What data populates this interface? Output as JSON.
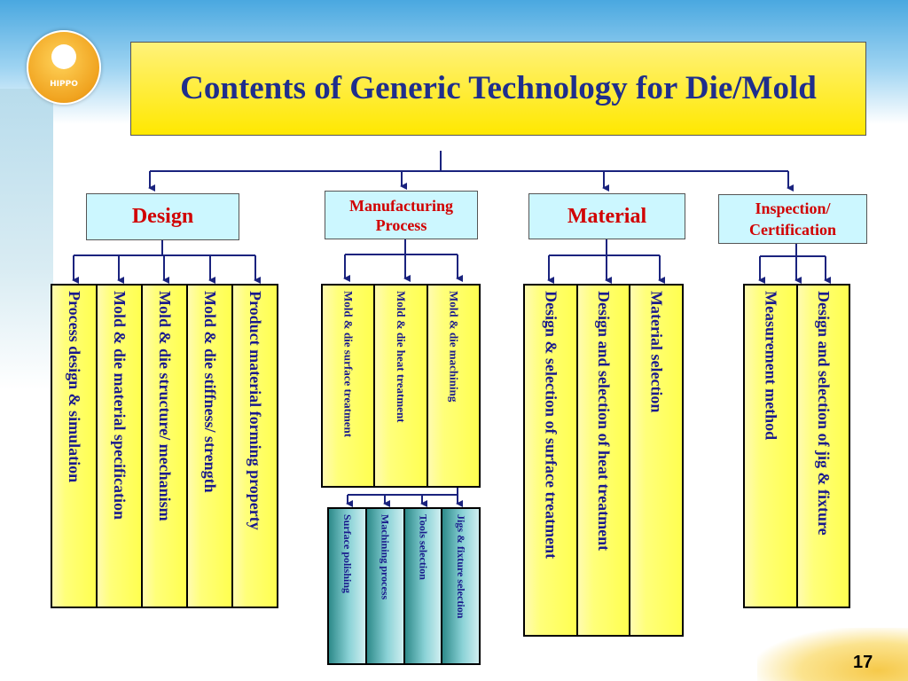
{
  "title": "Contents of Generic Technology for Die/Mold",
  "logo_text": "HIPPO",
  "page_number": "17",
  "categories": {
    "design": "Design",
    "manufacturing": "Manufacturing Process",
    "material": "Material",
    "inspection": "Inspection/ Certification"
  },
  "design_items": [
    "Process design & simulation",
    "Mold & die material specification",
    "Mold & die structure/ mechanism",
    "Mold & die stiffness/ strength",
    "Product material forming property"
  ],
  "manufacturing_items": [
    "Mold & die surface treatment",
    "Mold & die heat treatment",
    "Mold & die machining"
  ],
  "manufacturing_sub_items": [
    "Surface polishing",
    "Machining process",
    "Tools selection",
    "Jigs & fixture selection"
  ],
  "material_items": [
    "Design & selection of surface treatment",
    "Design and selection of heat treatment",
    "Material selection"
  ],
  "inspection_items": [
    "Measurement method",
    "Design and selection of jig & fixture"
  ],
  "colors": {
    "title_text": "#1f2e8c",
    "category_text": "#d10000",
    "item_text": "#1a1a8c",
    "connector": "#1a237e"
  }
}
